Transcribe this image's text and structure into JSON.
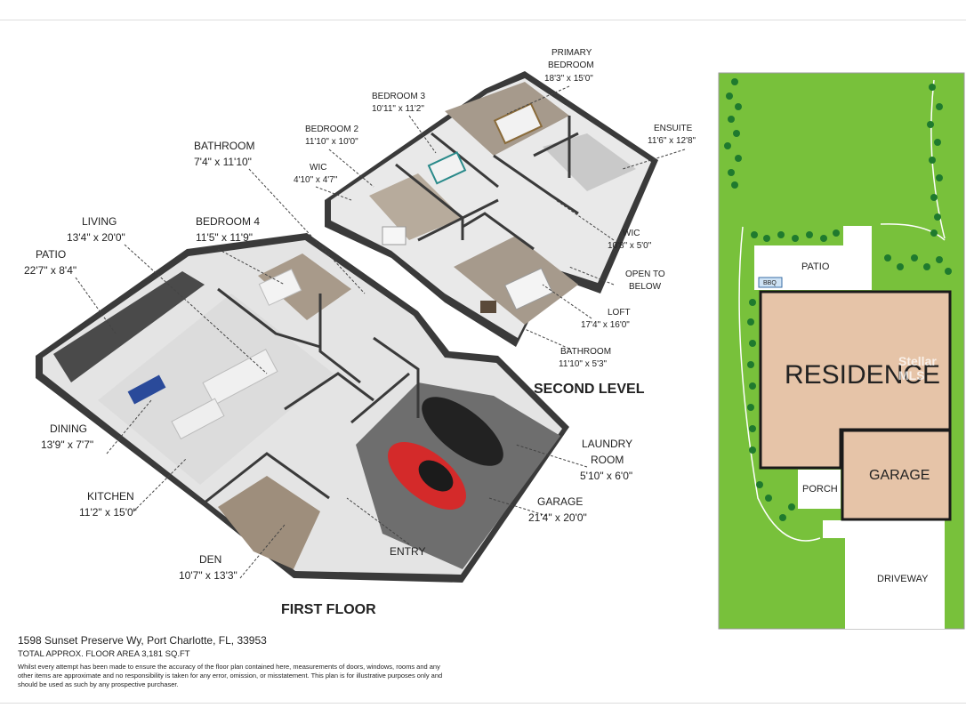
{
  "plan": {
    "first_floor_title": "FIRST FLOOR",
    "second_level_title": "SECOND LEVEL",
    "rooms": {
      "primary_bedroom": {
        "name_line1": "PRIMARY",
        "name_line2": "BEDROOM",
        "dims": "18'3\" x 15'0\""
      },
      "bedroom_3": {
        "name": "BEDROOM 3",
        "dims": "10'11\" x 11'2\""
      },
      "bedroom_2": {
        "name": "BEDROOM 2",
        "dims": "11'10\" x 10'0\""
      },
      "ensuite": {
        "name": "ENSUITE",
        "dims": "11'6\" x 12'8\""
      },
      "wic_upper_left": {
        "name": "WIC",
        "dims": "4'10\" x 4'7\""
      },
      "wic_upper_right": {
        "name": "WIC",
        "dims": "10'8\" x 5'0\""
      },
      "open_to_below": {
        "name_line1": "OPEN TO",
        "name_line2": "BELOW"
      },
      "loft": {
        "name": "LOFT",
        "dims": "17'4\" x 16'0\""
      },
      "bathroom_upper": {
        "name": "BATHROOM",
        "dims": "11'10\" x 5'3\""
      },
      "bathroom_lower": {
        "name": "BATHROOM",
        "dims": "7'4\" x 11'10\""
      },
      "bedroom_4": {
        "name": "BEDROOM 4",
        "dims": "11'5\" x 11'9\""
      },
      "living": {
        "name": "LIVING",
        "dims": "13'4\" x 20'0\""
      },
      "patio": {
        "name": "PATIO",
        "dims": "22'7\" x 8'4\""
      },
      "dining": {
        "name": "DINING",
        "dims": "13'9\" x 7'7\""
      },
      "kitchen": {
        "name": "KITCHEN",
        "dims": "11'2\" x 15'0\""
      },
      "den": {
        "name": "DEN",
        "dims": "10'7\" x 13'3\""
      },
      "entry": {
        "name": "ENTRY"
      },
      "laundry_room": {
        "name_line1": "LAUNDRY",
        "name_line2": "ROOM",
        "dims": "5'10\" x 6'0\""
      },
      "garage": {
        "name": "GARAGE",
        "dims": "21'4\" x 20'0\""
      }
    }
  },
  "site_plan": {
    "patio": "PATIO",
    "bbq": "BBQ",
    "residence": "RESIDENCE",
    "garage": "GARAGE",
    "porch": "PORCH",
    "driveway": "DRIVEWAY",
    "watermark": "Stellar MLS",
    "colors": {
      "lawn": "#78c13b",
      "residence": "#e6c4a8",
      "tree": "#1f7a2e",
      "outline": "#1a1a1a"
    }
  },
  "footer": {
    "address": "1598 Sunset Preserve Wy, Port Charlotte, FL, 33953",
    "area": "TOTAL APPROX. FLOOR AREA 3,181 SQ.FT",
    "disclaimer": "Whilst every attempt has been made to ensure the accuracy of the floor plan contained here, measurements of doors, windows, rooms and any other items are approximate and no responsibility is taken for any error, omission, or misstatement. This plan is for illustrative purposes only and should be used as such by any prospective purchaser."
  }
}
